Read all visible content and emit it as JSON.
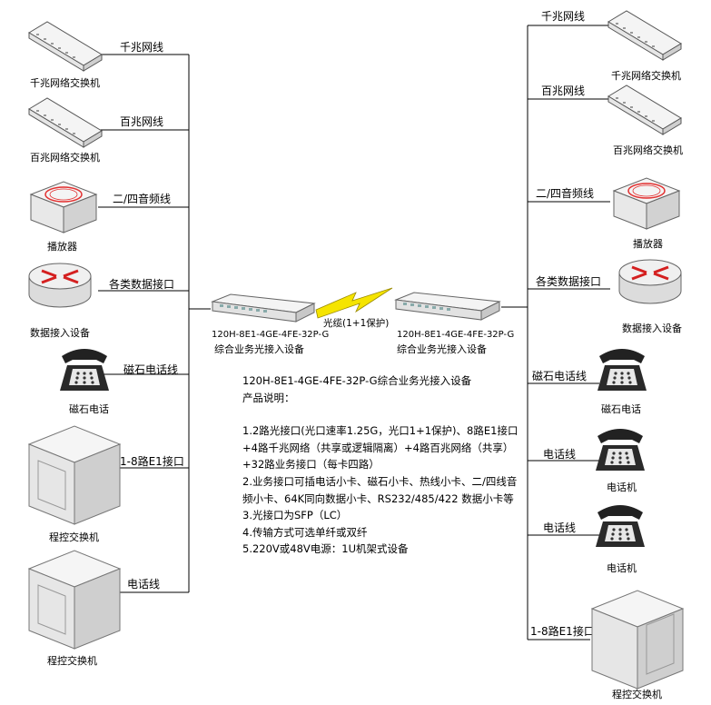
{
  "left": {
    "wires": [
      "千兆网线",
      "百兆网线",
      "二/四音频线",
      "各类数据接口",
      "磁石电话线",
      "1-8路E1接口",
      "电话线"
    ],
    "devices": [
      "千兆网络交换机",
      "百兆网络交换机",
      "播放器",
      "数据接入设备",
      "磁石电话",
      "程控交换机",
      "程控交换机"
    ]
  },
  "right": {
    "wires": [
      "千兆网线",
      "百兆网线",
      "二/四音频线",
      "各类数据接口",
      "磁石电话线",
      "电话线",
      "电话线",
      "1-8路E1接口"
    ],
    "devices": [
      "千兆网络交换机",
      "百兆网络交换机",
      "播放器",
      "数据接入设备",
      "磁石电话",
      "电话机",
      "电话机",
      "程控交换机"
    ]
  },
  "center": {
    "link_label": "光缆(1+1保护)",
    "left_unit": {
      "model": "120H-8E1-4GE-4FE-32P-G",
      "name": "综合业务光接入设备"
    },
    "right_unit": {
      "model": "120H-8E1-4GE-4FE-32P-G",
      "name": "综合业务光接入设备"
    }
  },
  "description": {
    "title": "120H-8E1-4GE-4FE-32P-G综合业务光接入设备",
    "subtitle": "产品说明：",
    "items": [
      "1.2路光接口(光口速率1.25G，光口1+1保护)、8路E1接口+4路千兆网络（共享或逻辑隔离）+4路百兆网络（共享）+32路业务接口（每卡四路）",
      "2.业务接口可插电话小卡、磁石小卡、热线小卡、二/四线音频小卡、64K同向数据小卡、RS232/485/422 数据小卡等",
      "3.光接口为SFP（LC）",
      "4.传输方式可选单纤或双纤",
      "5.220V或48V电源：1U机架式设备"
    ]
  },
  "colors": {
    "line": "#000000",
    "lightning": "#f5e400",
    "ring": "#e23030",
    "arrow": "#d42020"
  }
}
